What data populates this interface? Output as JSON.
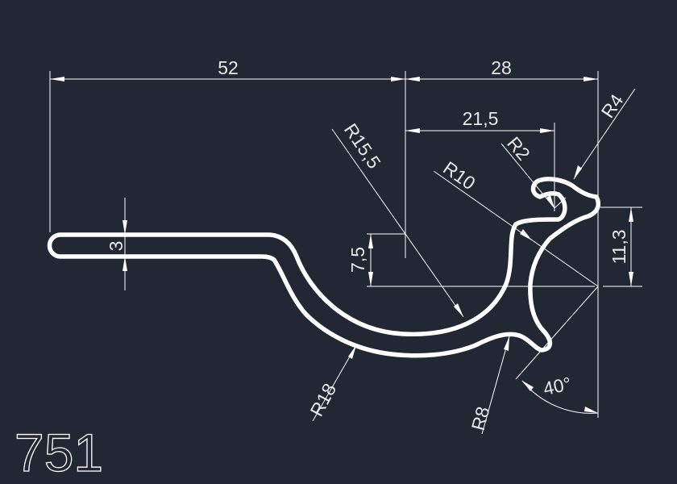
{
  "drawing": {
    "part_number": "751",
    "dimensions": {
      "overall_left": "52",
      "overall_right": "28",
      "hook_offset": "21,5",
      "thickness": "3",
      "depth": "7,5",
      "hook_height": "11,3",
      "angle": "40°"
    },
    "radii": {
      "r15_5": "R15,5",
      "r10": "R10",
      "r4": "R4",
      "r2": "R2",
      "r18": "R18",
      "r8": "R8"
    },
    "colors": {
      "background": "#212733",
      "lines": "#ffffff"
    }
  }
}
